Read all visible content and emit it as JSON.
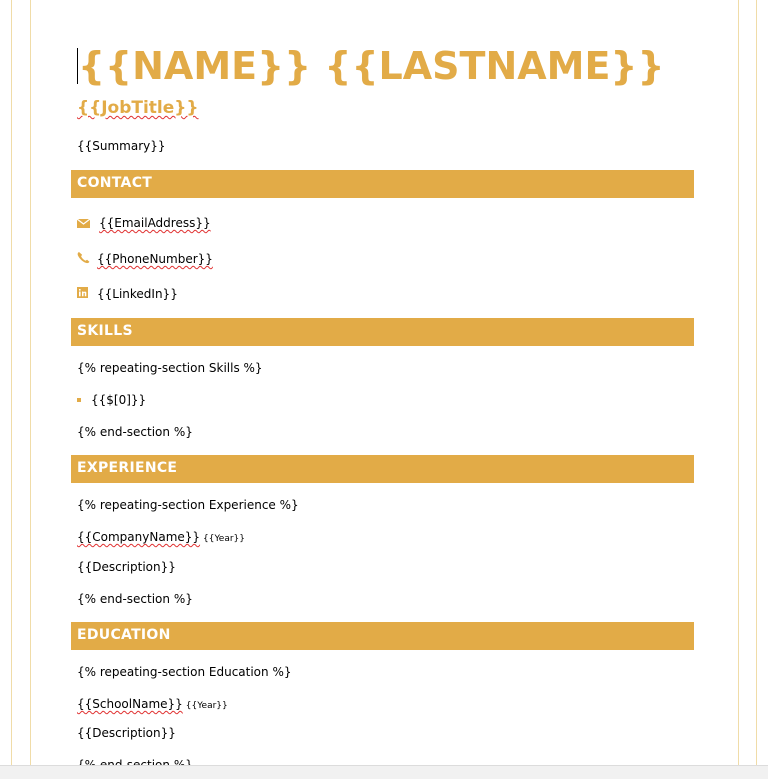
{
  "document": {
    "name_line": "{{NAME}} {{LASTNAME}}",
    "job_title": "{{JobTitle}}",
    "summary": "{{Summary}}"
  },
  "contact": {
    "heading": "CONTACT",
    "email": "{{EmailAddress}}",
    "phone": "{{PhoneNumber}}",
    "linkedin": "{{LinkedIn}}"
  },
  "skills": {
    "heading": "SKILLS",
    "start": "{% repeating-section Skills %}",
    "item": "{{$[0]}}",
    "end": "{% end-section %}"
  },
  "experience": {
    "heading": "EXPERIENCE",
    "start": "{% repeating-section Experience %}",
    "company": "{{CompanyName}}",
    "year": "{{Year}}",
    "description": "{{Description}}",
    "end": "{% end-section %}"
  },
  "education": {
    "heading": "EDUCATION",
    "start": "{% repeating-section Education %}",
    "school": "{{SchoolName}}",
    "year": "{{Year}}",
    "description": "{{Description}}",
    "end": "{% end-section %}"
  },
  "colors": {
    "accent": "#e2ab47",
    "margin_line": "#f0dca8",
    "spellcheck": "#e03030"
  },
  "icons": {
    "email": "envelope-icon",
    "phone": "phone-icon",
    "linkedin": "linkedin-icon"
  }
}
